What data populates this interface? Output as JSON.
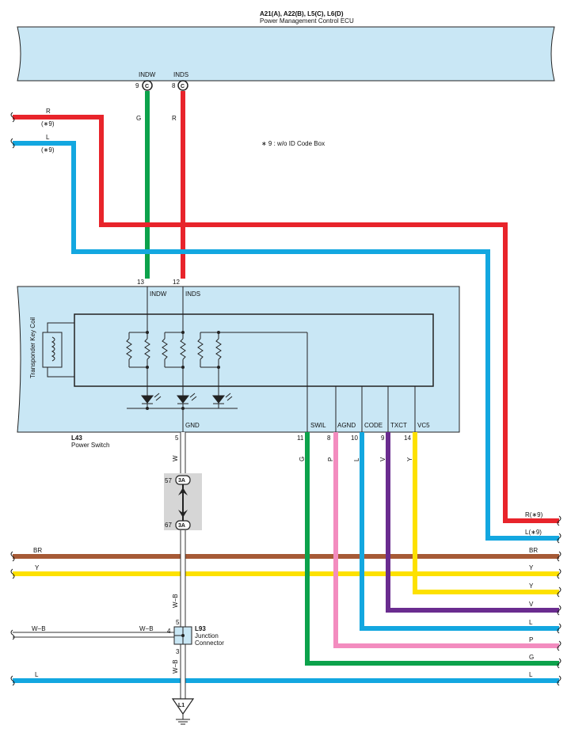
{
  "ecu": {
    "title": "A21(A), A22(B), L5(C), L6(D)",
    "subtitle": "Power Management Control ECU",
    "pin_indw_num": "9",
    "pin_indw_name": "INDW",
    "pin_inds_num": "8",
    "pin_inds_name": "INDS",
    "conn_letter": "C"
  },
  "note": "∗ 9 : w/o ID Code Box",
  "wires": {
    "R": "R",
    "L": "L",
    "G": "G",
    "W": "W",
    "P": "P",
    "V": "V",
    "Y": "Y",
    "BR": "BR",
    "WB": "W−B",
    "tag9": "(∗9)",
    "R_tag": "R(∗9)",
    "L_tag": "L(∗9)"
  },
  "switch": {
    "ref": "L43",
    "name": "Power Switch",
    "coil_label": "Transponder Key Coil",
    "pins": {
      "p13": "13",
      "p12": "12",
      "p5": "5",
      "p11": "11",
      "p8": "8",
      "p10": "10",
      "p9": "9",
      "p14": "14"
    },
    "labels": {
      "indw": "INDW",
      "inds": "INDS",
      "gnd": "GND",
      "swil": "SWIL",
      "agnd": "AGND",
      "code": "CODE",
      "txct": "TXCT",
      "vc5": "VC5"
    }
  },
  "connector3a": {
    "label": "3A",
    "pin_top": "57",
    "pin_bottom": "67"
  },
  "junction": {
    "ref": "L93",
    "name1": "Junction",
    "name2": "Connector",
    "pin5": "5",
    "pin4": "4",
    "pin3": "3"
  },
  "ground": {
    "label": "L1"
  },
  "colors": {
    "red": "#e8242b",
    "blue": "#13a7e0",
    "green": "#0ca24b",
    "pink": "#f38cbf",
    "purple": "#6a2c8f",
    "yellow": "#fde100",
    "brown": "#a65a36",
    "box_fill": "#c9e7f5",
    "gray_fill": "#d6d6d6"
  }
}
